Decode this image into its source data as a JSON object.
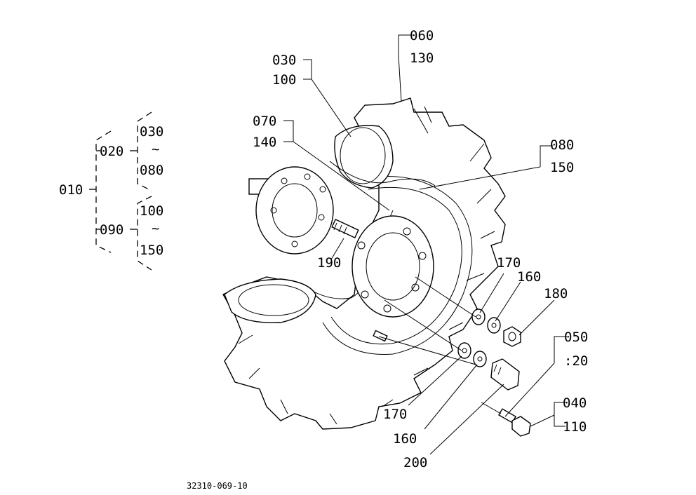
{
  "document_number": "32310-069-10",
  "tree": {
    "root": "010",
    "group_a": {
      "label": "020",
      "range_start": "030",
      "range_end": "080",
      "tilde": "~"
    },
    "group_b": {
      "label": "090",
      "range_start": "100",
      "range_end": "150",
      "tilde": "~"
    }
  },
  "callouts": {
    "c030": "030",
    "c100": "100",
    "c060": "060",
    "c130": "130",
    "c070": "070",
    "c140": "140",
    "c080": "080",
    "c150": "150",
    "c190": "190",
    "c170a": "170",
    "c160a": "160",
    "c180": "180",
    "c050": "050",
    "c120": ":20",
    "c040": "040",
    "c110": "110",
    "c170b": "170",
    "c160b": "160",
    "c200": "200"
  }
}
